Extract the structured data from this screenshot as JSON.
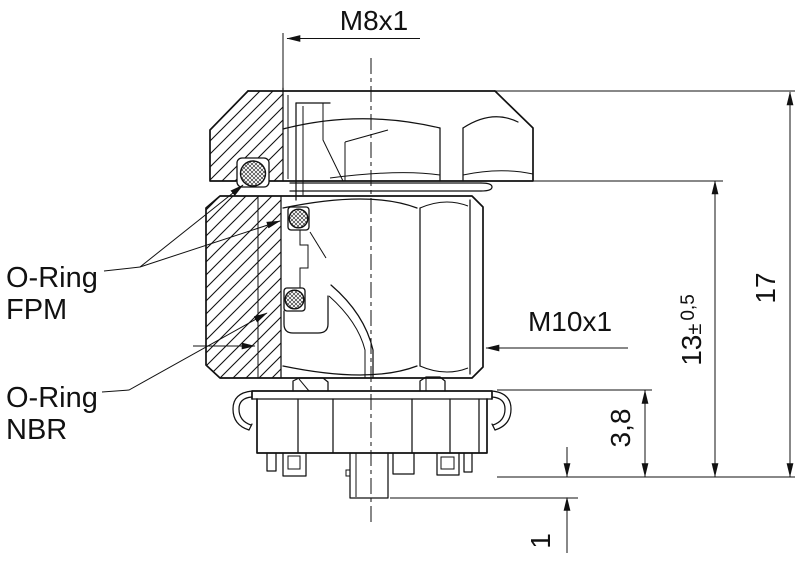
{
  "labels": {
    "oring_fpm": {
      "line1": "O-Ring",
      "line2": "FPM"
    },
    "oring_nbr": {
      "line1": "O-Ring",
      "line2": "NBR"
    }
  },
  "dims": {
    "m8": "M8x1",
    "m10": "M10x1",
    "h17": "17",
    "h13": "13",
    "h13_pm": "±",
    "h13_tol": "0,5",
    "h38": "3,8",
    "h1": "1"
  },
  "colors": {
    "line": "#111111",
    "background": "#ffffff"
  }
}
